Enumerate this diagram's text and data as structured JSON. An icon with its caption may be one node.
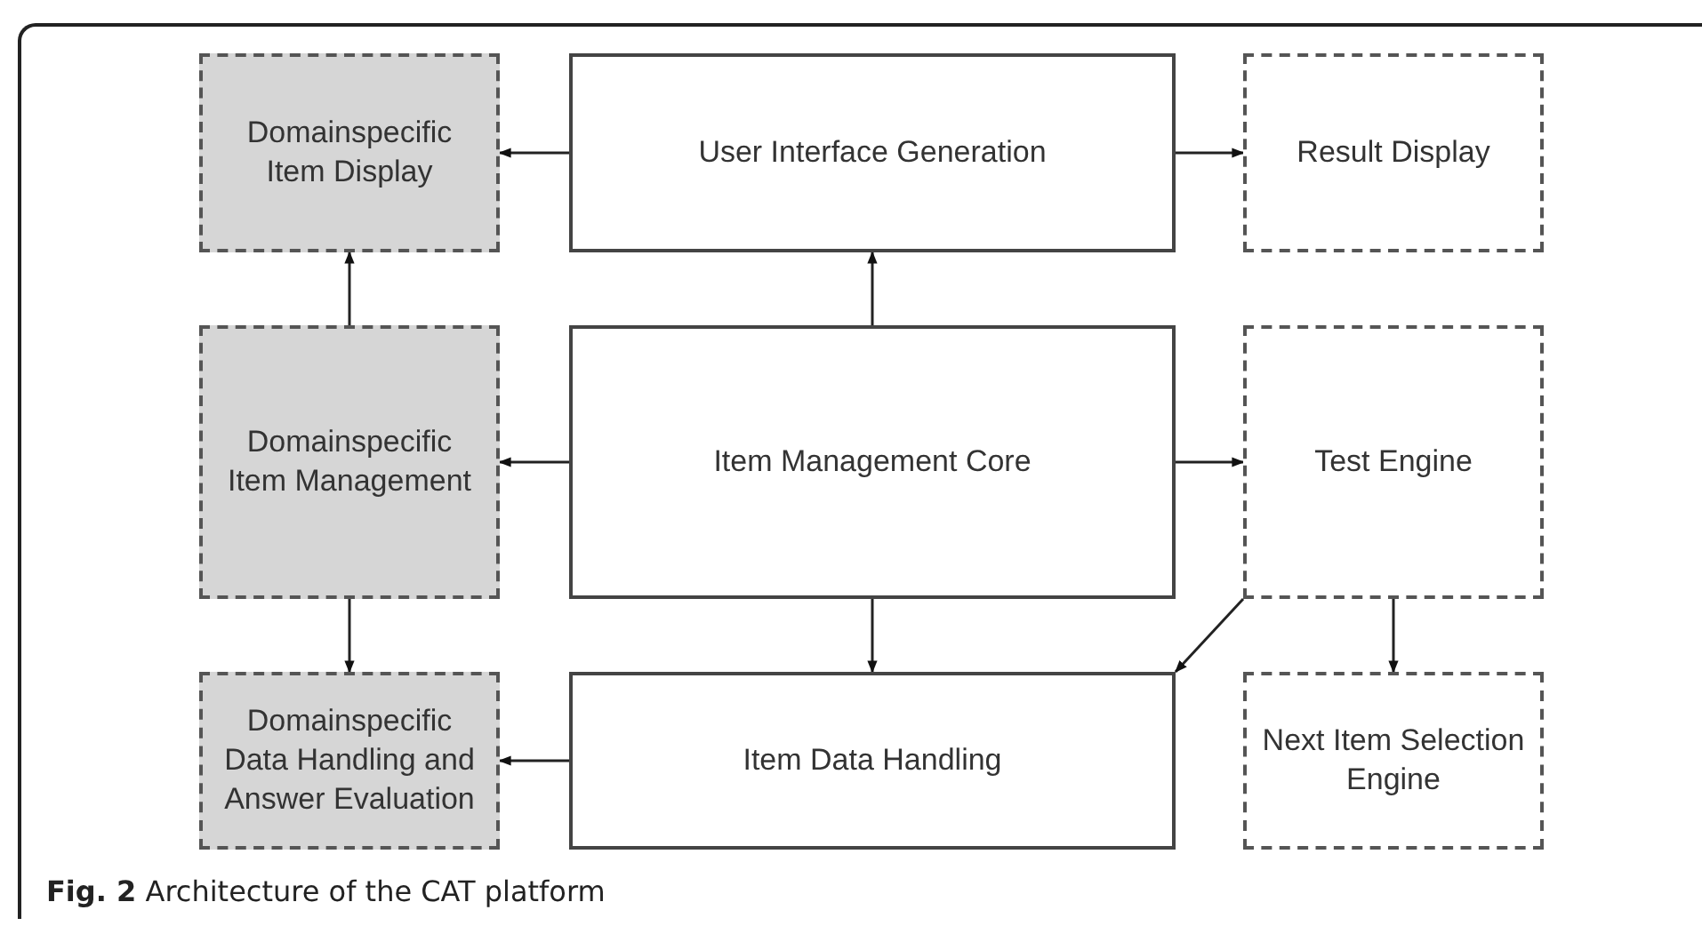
{
  "diagram": {
    "caption": "**Fig. 2** Architecture of the CAT platform",
    "nodes": [
      {
        "text": [
          "Domainspecific Item Display"
        ]
      },
      {
        "text": [
          "User Interface Generation"
        ]
      },
      {
        "text": [
          "Result Display"
        ]
      },
      {
        "text": [
          "Domainspecific Item Management"
        ]
      },
      {
        "text": [
          "Item Management Core"
        ]
      },
      {
        "text": [
          "Test Engine"
        ]
      },
      {
        "text": [
          "Domainspecific Data Handling and Answer Evaluation"
        ]
      },
      {
        "text": [
          "Item Data Handling"
        ]
      },
      {
        "text": [
          "Next Item Selection Engine"
        ]
      }
    ],
    "edges": [
      {
        "from": 1,
        "to": 0,
        "arrow": "to"
      },
      {
        "from": 1,
        "to": 2,
        "arrow": "to"
      },
      {
        "from": 3,
        "to": 0,
        "arrow": "to"
      },
      {
        "from": 4,
        "to": 1,
        "arrow": "to"
      },
      {
        "from": 4,
        "to": 3,
        "arrow": "to"
      },
      {
        "from": 4,
        "to": 5,
        "arrow": "to"
      },
      {
        "from": 3,
        "to": 6,
        "arrow": "to"
      },
      {
        "from": 4,
        "to": 7,
        "arrow": "to"
      },
      {
        "from": 5,
        "to": 7,
        "arrow": "to"
      },
      {
        "from": 5,
        "to": 8,
        "arrow": "to"
      },
      {
        "from": 7,
        "to": 6,
        "arrow": "to"
      }
    ]
  }
}
